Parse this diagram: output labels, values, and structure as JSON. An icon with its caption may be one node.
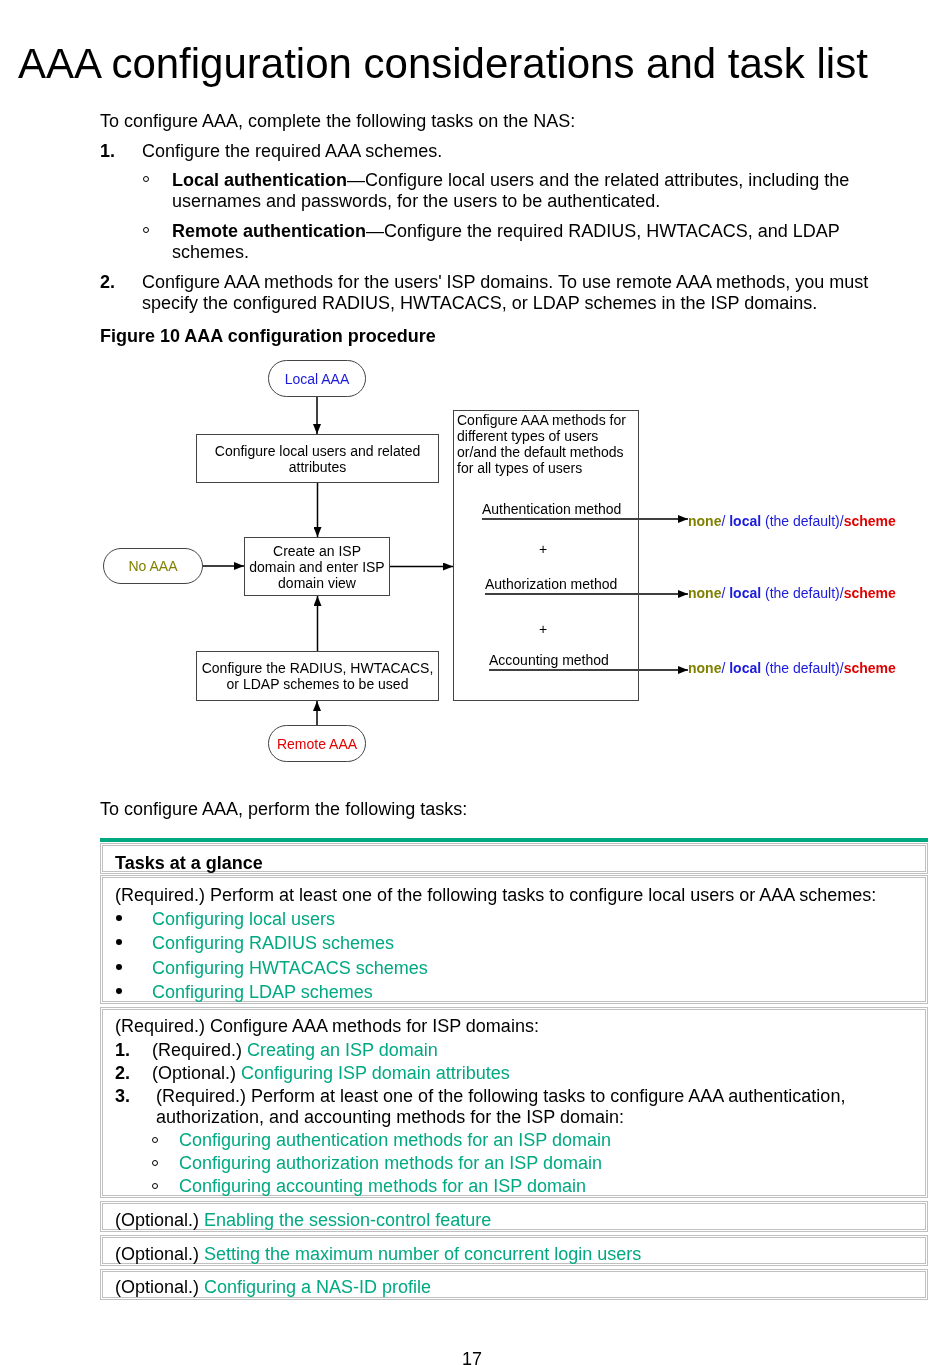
{
  "diagram": {
    "title": "AAA configuration considerations and task list",
    "caption": "Figure 10 AAA configuration procedure",
    "nodes": [
      {
        "text": [
          "Local AAA"
        ]
      },
      {
        "text": [
          "Configure local users and related attributes"
        ]
      },
      {
        "text": [
          "No AAA"
        ]
      },
      {
        "text": [
          "Create an ISP domain and enter ISP domain view"
        ]
      },
      {
        "text": [
          "Configure the RADIUS, HWTACACS, or LDAP schemes to be used"
        ]
      },
      {
        "text": [
          "Remote AAA"
        ]
      },
      {
        "text": [
          "Configure AAA methods for different types of users or/and the default methods for all types of users"
        ]
      },
      {
        "text": [
          "Authentication method"
        ],
        "in": 6
      },
      {
        "text": [
          "Authorization method"
        ],
        "in": 6
      },
      {
        "text": [
          "Accounting method"
        ],
        "in": 6
      },
      {
        "text": [
          "**none**/ **local** (the default)/**scheme**"
        ]
      },
      {
        "text": [
          "**none**/ **local** (the default)/**scheme**"
        ]
      },
      {
        "text": [
          "**none**/ **local** (the default)/**scheme**"
        ]
      }
    ],
    "edges": [
      {
        "from": 0,
        "to": 1,
        "arrow": "to"
      },
      {
        "from": 1,
        "to": 3,
        "arrow": "to"
      },
      {
        "from": 2,
        "to": 3,
        "arrow": "to"
      },
      {
        "from": 4,
        "to": 3,
        "arrow": "to"
      },
      {
        "from": 5,
        "to": 4,
        "arrow": "to"
      },
      {
        "from": 3,
        "to": 6,
        "arrow": "to"
      },
      {
        "from": 7,
        "to": 10,
        "arrow": "to"
      },
      {
        "from": 8,
        "to": 11,
        "arrow": "to"
      },
      {
        "from": 9,
        "to": 12,
        "arrow": "to"
      }
    ],
    "labels": [
      "To configure AAA, complete the following tasks on the NAS:",
      "1.",
      "Configure the required AAA schemes.",
      "**Local authentication**—Configure local users and the related attributes, including the usernames and passwords, for the users to be authenticated.",
      "**Remote authentication**—Configure the required RADIUS, HWTACACS, and LDAP schemes.",
      "2.",
      "Configure AAA methods for the users' ISP domains. To use remote AAA methods, you must specify the configured RADIUS, HWTACACS, or LDAP schemes in the ISP domains.",
      "+",
      "+",
      "To configure AAA, perform the following tasks:",
      "Tasks at a glance",
      "(Required.) Perform at least one of the following tasks to configure local users or AAA schemes:",
      "Configuring local users",
      "Configuring RADIUS schemes",
      "Configuring HWTACACS schemes",
      "Configuring LDAP schemes",
      "(Required.) Configure AAA methods for ISP domains:",
      "1.",
      "(Required.)",
      "Creating an ISP domain",
      "2.",
      "(Optional.)",
      "Configuring ISP domain attributes",
      "3.",
      "(Required.) Perform at least one of the following tasks to configure AAA authentication, authorization, and accounting methods for the ISP domain:",
      "Configuring authentication methods for an ISP domain",
      "Configuring authorization methods for an ISP domain",
      "Configuring accounting methods for an ISP domain",
      "(Optional.)",
      "Enabling the session-control feature",
      "(Optional.)",
      "Setting the maximum number of concurrent login users",
      "(Optional.)",
      "Configuring a NAS-ID profile",
      "17"
    ]
  }
}
